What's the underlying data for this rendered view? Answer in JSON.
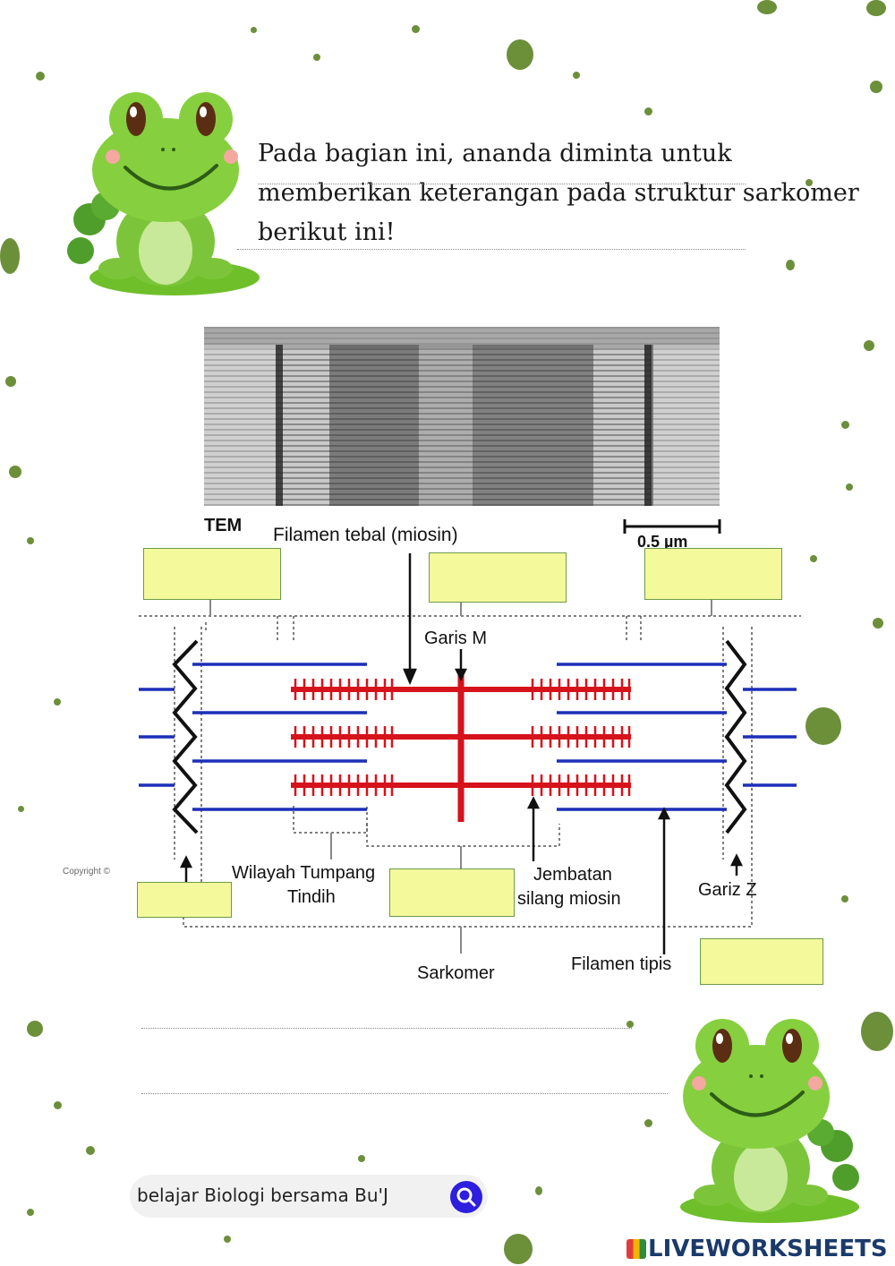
{
  "intro": {
    "line1": "Pada bagian ini, ananda diminta untuk",
    "line2": "memberikan keterangan pada struktur sarkomer",
    "line3": "berikut ini!"
  },
  "diagram": {
    "tem_label": "TEM",
    "scale_label": "0.5 µm",
    "thick_filament_label": "Filamen tebal (miosin)",
    "m_line_label": "Garis M",
    "overlap_label_1": "Wilayah Tumpang",
    "overlap_label_2": "Tindih",
    "crossbridge_label_1": "Jembatan",
    "crossbridge_label_2": "silang miosin",
    "z_line_label": "Gariz Z",
    "sarcomere_label": "Sarkomer",
    "thin_filament_label": "Filamen tipis",
    "copyright": "Copyright ©"
  },
  "footer": {
    "search_text": "belajar Biologi bersama Bu'J",
    "brand": "LIVEWORKSHEETS"
  },
  "colors": {
    "accent_green": "#6c8f3a",
    "answer_box": "#f4fa9c",
    "thin_filament": "#1c2fb8",
    "thick_filament": "#d6121b",
    "search_button": "#2d1ee0"
  },
  "icons": {
    "search": "search-icon",
    "frog": "frog-mascot"
  }
}
